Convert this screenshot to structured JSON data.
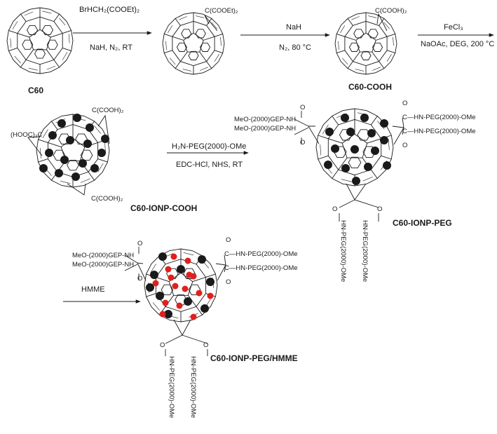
{
  "compounds": {
    "c60": "C60",
    "c60_cooh": "C60-COOH",
    "c60_ionp_cooh": "C60-IONP-COOH",
    "c60_ionp_peg": "C60-IONP-PEG",
    "c60_ionp_peg_hmme": "C60-IONP-PEG/HMME"
  },
  "steps": {
    "step1_reagent": "BrHCH₂(COOEt)₂",
    "step1_conditions": "NaH, N₂, RT",
    "step2_reagent": "NaH",
    "step2_conditions": "N₂, 80 °C",
    "step3_reagent": "FeCl₃",
    "step3_conditions": "NaOAc, DEG, 200 °C",
    "step4_reagent": "H₂N-PEG(2000)-OMe",
    "step4_conditions": "EDC-HCl, NHS, RT",
    "step5_reagent": "HMME"
  },
  "groups": {
    "cooet2": "C(COOEt)₂",
    "cooh2": "C(COOH)₂",
    "hooc2c": "(HOOC)₂C",
    "meo_nh": "MeO-(2000)GEP-NH",
    "nh_peg": "C—HN-PEG(2000)-OMe",
    "o": "O",
    "peg_vertical": "HN-PEG(2000)-OMe"
  },
  "colors": {
    "ionp": "#1a1a1a",
    "hmme": "#e0201c",
    "line": "#1a1a1a"
  }
}
